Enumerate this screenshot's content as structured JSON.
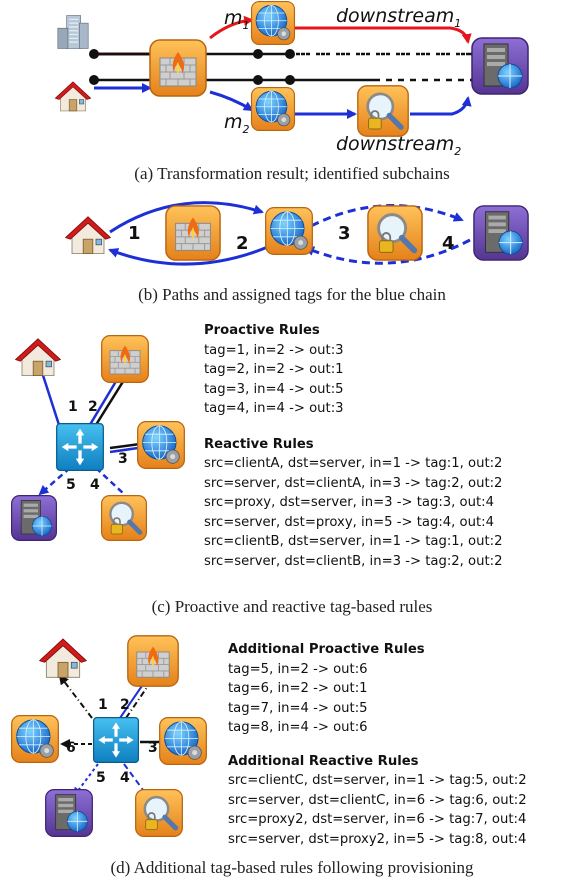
{
  "panel_a": {
    "label_m1": "m",
    "label_m1_sub": "1",
    "label_m2": "m",
    "label_m2_sub": "2",
    "label_down1": "downstream",
    "label_down1_sub": "1",
    "label_down2": "downstream",
    "label_down2_sub": "2",
    "caption": "(a) Transformation result; identified subchains"
  },
  "panel_b": {
    "tags": [
      "1",
      "2",
      "3",
      "4"
    ],
    "caption": "(b) Paths and assigned tags for the blue chain"
  },
  "panel_c": {
    "ports": [
      "1",
      "2",
      "3",
      "4",
      "5"
    ],
    "proactive_title": "Proactive Rules",
    "proactive": [
      "tag=1, in=2 -> out:3",
      "tag=2, in=2 -> out:1",
      "tag=3, in=4 -> out:5",
      "tag=4, in=4 -> out:3"
    ],
    "reactive_title": "Reactive Rules",
    "reactive": [
      "src=clientA, dst=server, in=1 -> tag:1, out:2",
      "src=server, dst=clientA, in=3 -> tag:2, out:2",
      "src=proxy, dst=server, in=3 -> tag:3, out:4",
      "src=server, dst=proxy, in=5 -> tag:4, out:4",
      "src=clientB, dst=server, in=1 -> tag:1, out:2",
      "src=server, dst=clientB, in=3 -> tag:2, out:2"
    ],
    "caption": "(c) Proactive and reactive tag-based rules"
  },
  "panel_d": {
    "ports": [
      "1",
      "2",
      "3",
      "4",
      "5",
      "6"
    ],
    "proactive_title": "Additional Proactive Rules",
    "proactive": [
      "tag=5, in=2 -> out:6",
      "tag=6, in=2 -> out:1",
      "tag=7, in=4 -> out:5",
      "tag=8, in=4 -> out:6"
    ],
    "reactive_title": "Additional Reactive Rules",
    "reactive": [
      "src=clientC, dst=server, in=1 -> tag:5, out:2",
      "src=server, dst=clientC, in=6 -> tag:6, out:2",
      "src=proxy2, dst=server, in=6 -> tag:7, out:4",
      "src=server, dst=proxy2, in=5 -> tag:8, out:4"
    ],
    "caption": "(d) Additional tag-based rules following provisioning"
  },
  "colors": {
    "red": "#e8141b",
    "blue": "#1d2fd6",
    "orange": "#f39a1e",
    "purple": "#6e4ab8",
    "switch": "#1f9ed8"
  }
}
